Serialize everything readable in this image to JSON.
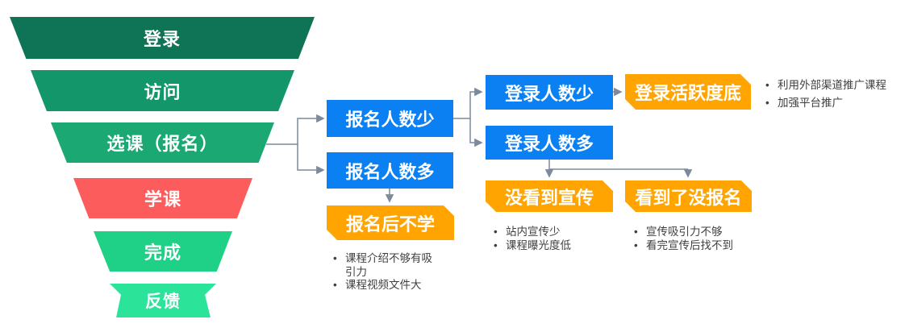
{
  "funnel": {
    "levels": [
      {
        "label": "登录",
        "color": "#0F7355"
      },
      {
        "label": "访问",
        "color": "#14966B"
      },
      {
        "label": "选课（报名）",
        "color": "#1BA873"
      },
      {
        "label": "学课",
        "color": "#FC5C5C"
      },
      {
        "label": "完成",
        "color": "#1ED187"
      },
      {
        "label": "反馈",
        "color": "#2CE39A"
      }
    ]
  },
  "flow": {
    "colors": {
      "blue": "#0A80F3",
      "orange": "#FFA400",
      "connector": "#7C8A9E",
      "note_text": "#404040"
    },
    "boxes": {
      "signup_few": "报名人数少",
      "signup_many": "报名人数多",
      "login_few": "登录人数少",
      "login_many": "登录人数多",
      "login_inactive": "登录活跃度底",
      "no_see_promo": "没看到宣传",
      "saw_no_signup": "看到了没报名",
      "signup_no_study": "报名后不学"
    },
    "notes": {
      "login_inactive": [
        "利用外部渠道推广课程",
        "加强平台推广"
      ],
      "no_see_promo": [
        "站内宣传少",
        "课程曝光度低"
      ],
      "saw_no_signup": [
        "宣传吸引力不够",
        "看完宣传后找不到"
      ],
      "signup_no_study": [
        "课程介绍不够有吸引力",
        "课程视频文件大"
      ]
    }
  }
}
